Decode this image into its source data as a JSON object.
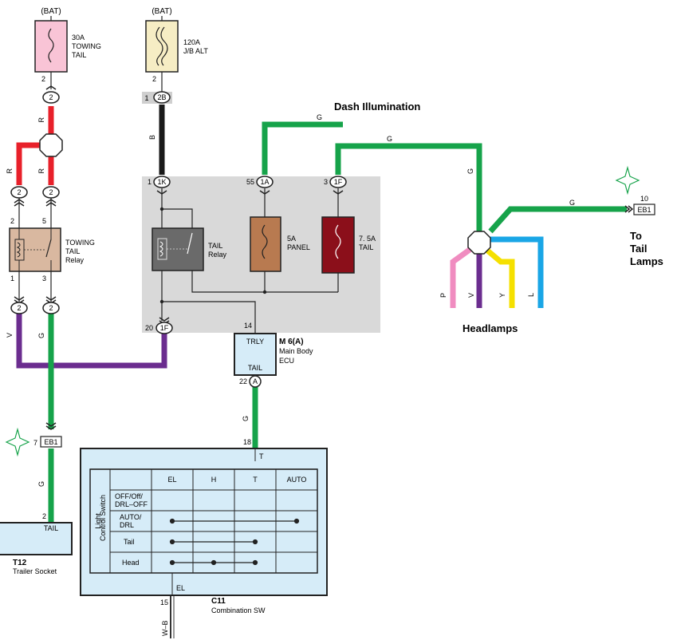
{
  "fuses": {
    "towing": {
      "source": "(BAT)",
      "rating": "30A",
      "name1": "TOWING",
      "name2": "TAIL",
      "pin": "2"
    },
    "jb_alt": {
      "source": "(BAT)",
      "rating": "120A",
      "name": "J/B ALT",
      "pin": "2"
    },
    "panel": {
      "rating": "5A",
      "name": "PANEL"
    },
    "tail": {
      "rating": "7. 5A",
      "name": "TAIL"
    }
  },
  "relays": {
    "towing_tail": {
      "line1": "TOWING",
      "line2": "TAIL",
      "line3": "Relay",
      "pin_top_left": "2",
      "pin_top_right": "5",
      "pin_bot_left": "1",
      "pin_bot_right": "3"
    },
    "tail": {
      "line1": "TAIL",
      "line2": "Relay"
    }
  },
  "connectors": {
    "c2_top": "2",
    "c2_left_mid": "2",
    "c2_right_mid": "2",
    "c2_left_low": "2",
    "c2_right_low": "2",
    "c2b": "2B",
    "c2b_pin": "1",
    "c1k": "1K",
    "c1k_pin": "1",
    "c1a": "1A",
    "c1a_pin": "55",
    "c1f_top": "1F",
    "c1f_top_pin": "3",
    "c1f_bot": "1F",
    "c1f_bot_pin": "20",
    "eb1_left": "EB1",
    "eb1_left_pin": "7",
    "eb1_right": "EB1",
    "eb1_right_pin": "10",
    "ecu_a": "A",
    "ecu_a_pin": "22",
    "ecu_pin_14": "14",
    "sw_pin_18": "18",
    "trailer_pin_2": "2",
    "sw_pin_15": "15"
  },
  "wire_colors": {
    "r1": "R",
    "r2": "R",
    "r3": "R",
    "b": "B",
    "v": "V",
    "g_left": "G",
    "g_ecu": "G",
    "g_dash": "G",
    "g_mid": "G",
    "g_right": "G",
    "g_vert": "G",
    "wb": "W–B",
    "p": "P",
    "v2": "V",
    "y": "Y",
    "l": "L"
  },
  "labels": {
    "dash_illumination": "Dash Illumination",
    "to_tail_lamps": [
      "To",
      "Tail",
      "Lamps"
    ],
    "headlamps": "Headlamps"
  },
  "ecu": {
    "ref": "M 6(A)",
    "name1": "Main Body",
    "name2": "ECU",
    "trly": "TRLY",
    "tail": "TAIL"
  },
  "trailer": {
    "terminal": "TAIL",
    "ref": "T12",
    "name": "Trailer Socket"
  },
  "combo_switch": {
    "terminal_top": "T",
    "terminal_bottom": "EL",
    "ref": "C11",
    "name": "Combination SW",
    "side_label1": "Light",
    "side_label2": "Control Switch",
    "columns": [
      "EL",
      "H",
      "T",
      "AUTO"
    ],
    "rows": [
      {
        "lines": [
          "OFF/Off/",
          "DRL–OFF"
        ]
      },
      {
        "lines": [
          "AUTO/",
          "DRL"
        ]
      },
      {
        "lines": [
          "Tail"
        ]
      },
      {
        "lines": [
          "Head"
        ]
      }
    ]
  },
  "colors": {
    "red": "#e8202a",
    "black": "#1a1a1a",
    "green": "#16a34a",
    "violet": "#6b2d8f",
    "pink": "#f08cc0",
    "yellow": "#f5e000",
    "blue": "#1aa6e6",
    "jb_gray": "#d9d9d9",
    "switch_blue": "#d6ecf8",
    "fuse_pink": "#f9c4d6",
    "fuse_cream": "#f6edc4",
    "fuse_brown": "#b87a50",
    "fuse_maroon": "#8b0f1a",
    "relay_tan": "#d9b8a0",
    "relay_gray": "#6a6a6a"
  }
}
